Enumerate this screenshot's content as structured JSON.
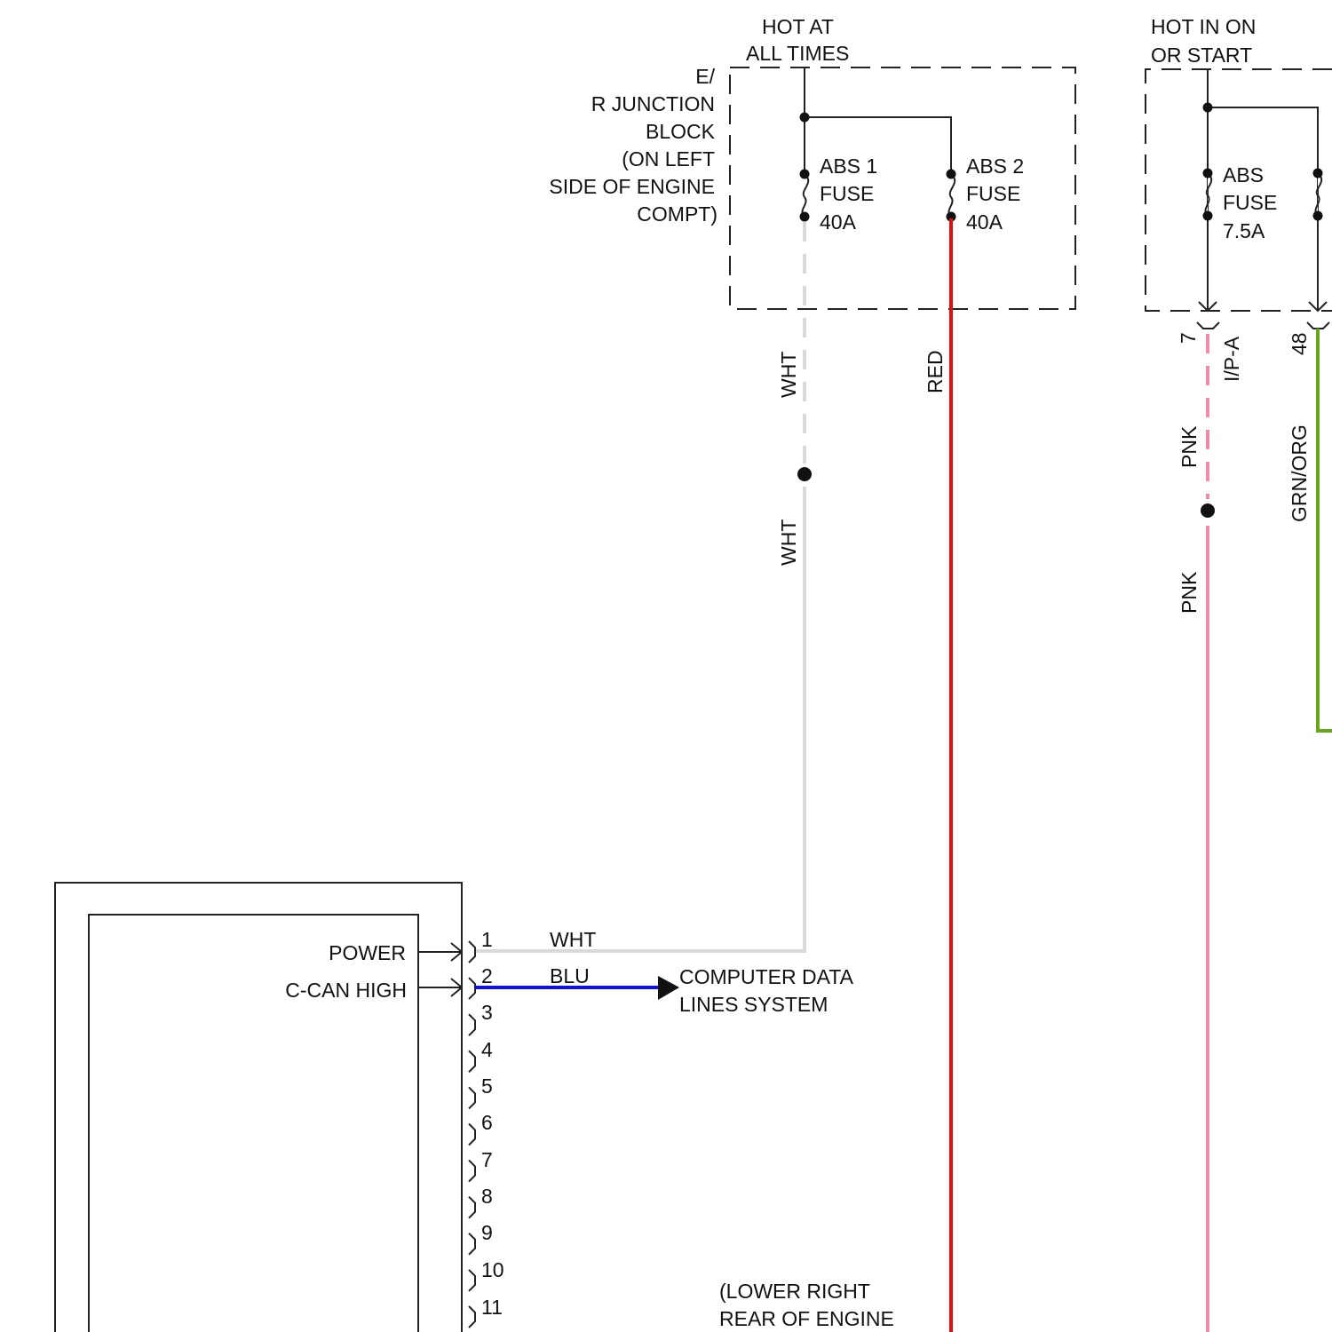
{
  "junction_block_left": {
    "label_lines": [
      "E/",
      "R JUNCTION",
      "BLOCK",
      "(ON LEFT",
      "SIDE OF ENGINE",
      "COMPT)"
    ],
    "supply_label_lines": [
      "HOT AT",
      "ALL TIMES"
    ],
    "fuses": [
      {
        "lines": [
          "ABS 1",
          "FUSE",
          "40A"
        ]
      },
      {
        "lines": [
          "ABS 2",
          "FUSE",
          "40A"
        ]
      }
    ]
  },
  "junction_block_right": {
    "supply_label_lines": [
      "HOT IN ON",
      "OR START"
    ],
    "fuse": {
      "lines": [
        "ABS",
        "FUSE",
        "7.5A"
      ]
    },
    "connector_pins": [
      "7",
      "48"
    ],
    "connector_name": "I/P-A"
  },
  "wires": {
    "wht_upper": "WHT",
    "wht_lower": "WHT",
    "red": "RED",
    "pnk_upper": "PNK",
    "pnk_lower": "PNK",
    "grn_org": "GRN/ORG",
    "pin1": "WHT",
    "pin2": "BLU"
  },
  "wire_colors": {
    "wht": "#d9d9d9",
    "red": "#e01010",
    "blu": "#1010e0",
    "pnk": "#f08aa8",
    "grn": "#6aa51e"
  },
  "module": {
    "inputs": [
      "POWER",
      "C-CAN HIGH"
    ],
    "pins": [
      "1",
      "2",
      "3",
      "4",
      "5",
      "6",
      "7",
      "8",
      "9",
      "10",
      "11"
    ]
  },
  "destination": {
    "lines": [
      "COMPUTER DATA",
      "LINES SYSTEM"
    ]
  },
  "location_note": {
    "lines": [
      "(LOWER RIGHT",
      "REAR OF ENGINE"
    ]
  }
}
